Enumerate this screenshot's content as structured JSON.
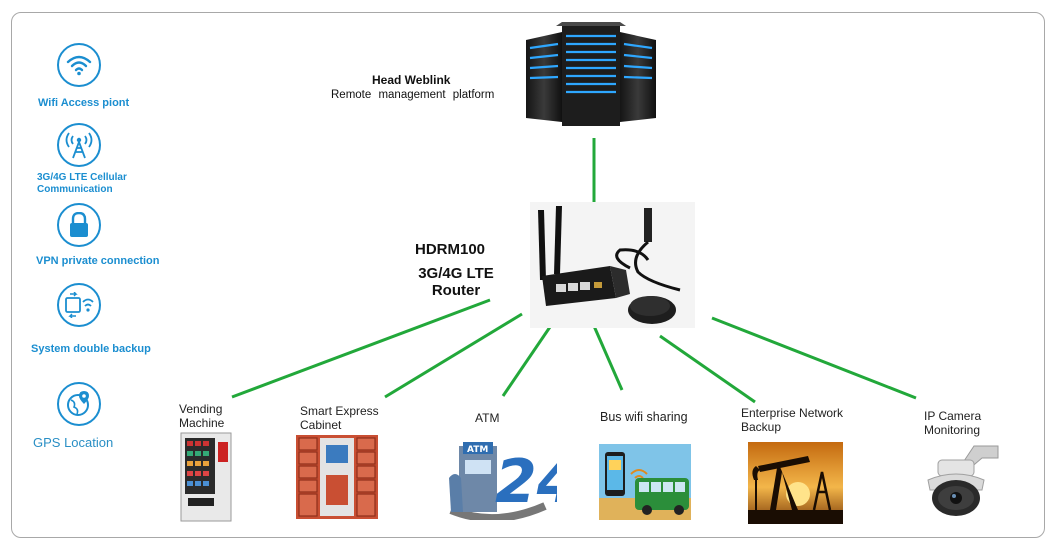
{
  "features": [
    {
      "label": "Wifi Access piont",
      "icon": "wifi-icon"
    },
    {
      "label": "3G/4G LTE Cellular Communication",
      "icon": "cell-tower-icon"
    },
    {
      "label": "VPN private connection",
      "icon": "lock-icon"
    },
    {
      "label": "System double backup",
      "icon": "backup-icon"
    },
    {
      "label": "GPS Location",
      "icon": "globe-location-icon"
    }
  ],
  "platform": {
    "title": "Head Weblink",
    "subtitle": "Remote management platform"
  },
  "router": {
    "model": "HDRM100",
    "type": "3G/4G LTE Router"
  },
  "applications": [
    {
      "label": "Vending Machine"
    },
    {
      "label": "Smart Express Cabinet"
    },
    {
      "label": "ATM"
    },
    {
      "label": "Bus wifi sharing"
    },
    {
      "label": "Enterprise Network Backup"
    },
    {
      "label": "IP Camera Monitoring"
    }
  ],
  "colors": {
    "link": "#22a83a",
    "feature_blue": "#1b8ed0"
  }
}
